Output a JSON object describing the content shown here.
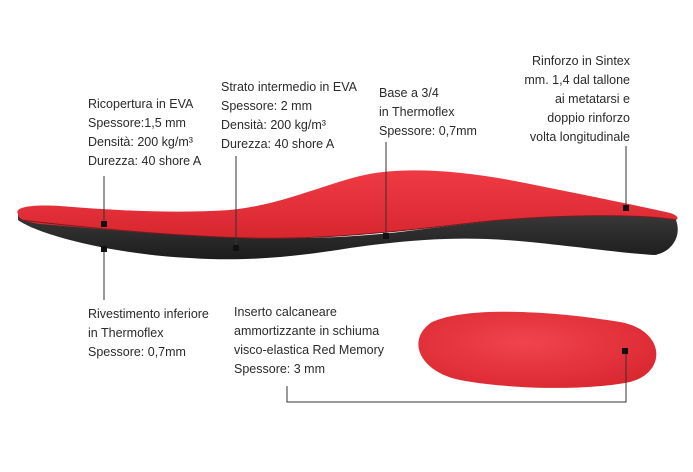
{
  "colors": {
    "insole_red": "#e8323c",
    "insole_red_dark": "#c41e2a",
    "base_black": "#2b2b2b",
    "leader_line": "#333333",
    "marker": "#111111",
    "text": "#2a2a2a"
  },
  "labels": {
    "ricopertura": {
      "title": "Ricopertura in EVA",
      "lines": [
        "Spessore:1,5 mm",
        "Densità: 200 kg/m³",
        "Durezza: 40 shore A"
      ]
    },
    "strato": {
      "title": "Strato intermedio in EVA",
      "lines": [
        "Spessore: 2 mm",
        "Densità: 200 kg/m³",
        "Durezza: 40 shore A"
      ]
    },
    "base": {
      "title": "Base a 3/4",
      "lines": [
        "in Thermoflex",
        "Spessore: 0,7mm"
      ]
    },
    "rinforzo": {
      "title": "Rinforzo in Sintex",
      "lines": [
        "mm. 1,4 dal tallone",
        "ai metatarsi e",
        "doppio rinforzo",
        "volta longitudinale"
      ]
    },
    "rivestimento": {
      "title": "Rivestimento inferiore",
      "lines": [
        "in Thermoflex",
        "Spessore: 0,7mm"
      ]
    },
    "inserto": {
      "title": "Inserto calcaneare",
      "lines": [
        "ammortizzante in schiuma",
        "visco-elastica Red Memory",
        "Spessore: 3 mm"
      ]
    }
  }
}
